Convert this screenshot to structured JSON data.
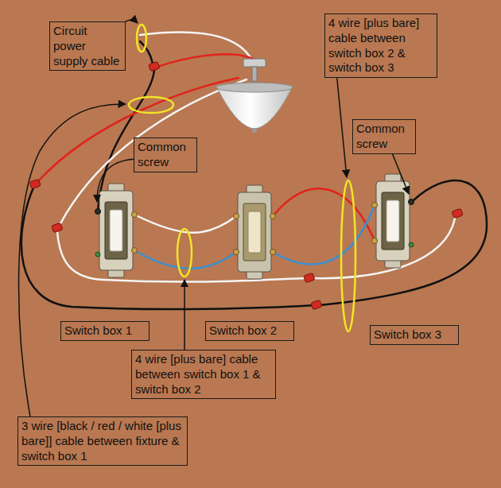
{
  "diagram": {
    "nodes": [
      {
        "text": [
          "Circuit power supply cable"
        ]
      },
      {
        "text": [
          "4 wire [plus bare] cable between switch box 2 & switch box 3"
        ]
      },
      {
        "text": [
          "Common screw"
        ]
      },
      {
        "text": [
          "Common screw"
        ]
      },
      {
        "text": [
          "Switch box 1"
        ]
      },
      {
        "text": [
          "Switch box 2"
        ]
      },
      {
        "text": [
          "Switch box 3"
        ]
      },
      {
        "text": [
          "4 wire [plus bare] cable between switch box 1 & switch box 2"
        ]
      },
      {
        "text": [
          "3 wire [black / red / white [plus bare]] cable between fixture & switch box 1"
        ]
      }
    ]
  }
}
